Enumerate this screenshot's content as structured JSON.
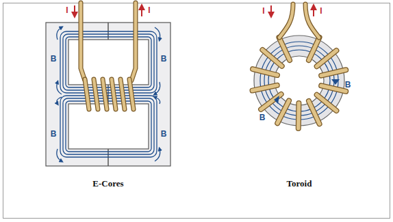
{
  "diagram": {
    "labels": [
      "I",
      "I",
      "B",
      "B",
      "B",
      "B",
      "E-Cores",
      "I",
      "I",
      "B",
      "B",
      "Toroid"
    ]
  }
}
